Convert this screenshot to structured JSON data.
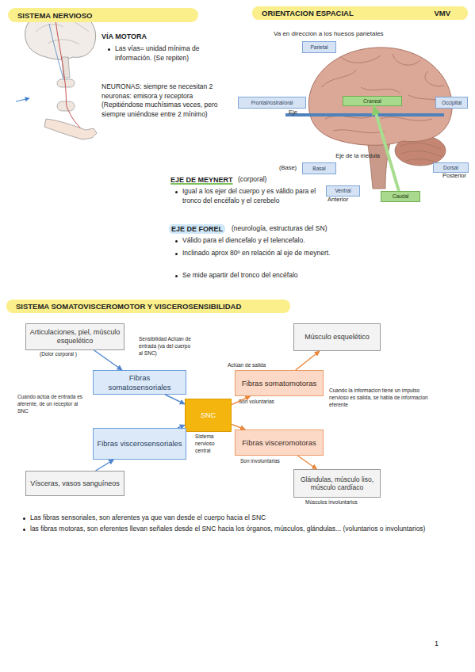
{
  "diagram": {
    "title": "SISTEMA NERVIOSO",
    "nodes": [
      {
        "text": [
          "ORIENTACION ESPACIAL",
          "VMV"
        ]
      },
      {
        "text": [
          "Parietal"
        ]
      },
      {
        "text": [
          "Frontal/rostral/oral"
        ]
      },
      {
        "text": [
          "Craneal"
        ]
      },
      {
        "text": [
          "Occipital"
        ]
      },
      {
        "text": [
          "Basal"
        ]
      },
      {
        "text": [
          "Dorsal"
        ]
      },
      {
        "text": [
          "Ventral"
        ]
      },
      {
        "text": [
          "Caudal"
        ]
      },
      {
        "text": [
          "SISTEMA SOMATOVISCEROMOTOR Y VISCEROSENSIBILIDAD"
        ]
      },
      {
        "text": [
          "Articulaciones, piel, músculo esquelético"
        ]
      },
      {
        "text": [
          "Músculo esquelético"
        ]
      },
      {
        "text": [
          "Fibras somatosensoriales"
        ]
      },
      {
        "text": [
          "Fibras somatomotoras"
        ]
      },
      {
        "text": [
          "SNC"
        ]
      },
      {
        "text": [
          "Fibras viscerosensoriales"
        ]
      },
      {
        "text": [
          "Fibras visceromotoras"
        ]
      },
      {
        "text": [
          "Vísceras, vasos sanguíneos"
        ]
      },
      {
        "text": [
          "Glándulas, músculo liso, músculo cardíaco"
        ]
      }
    ],
    "edges": [
      {
        "from": 8,
        "to": 3,
        "arrow": "to",
        "label": "Eje de la medula"
      },
      {
        "from": 10,
        "to": 12,
        "arrow": "to"
      },
      {
        "from": 12,
        "to": 14,
        "arrow": "to"
      },
      {
        "from": 17,
        "to": 15,
        "arrow": "to"
      },
      {
        "from": 15,
        "to": 14,
        "arrow": "to"
      },
      {
        "from": 14,
        "to": 13,
        "arrow": "to"
      },
      {
        "from": 14,
        "to": 16,
        "arrow": "to"
      },
      {
        "from": 13,
        "to": 11,
        "arrow": "to"
      },
      {
        "from": 16,
        "to": 18,
        "arrow": "to"
      }
    ],
    "labels": [
      "VÍA MOTORA",
      "Las vías= unidad mínima de información. (Se repiten)",
      "NEURONAS: siempre se necesitan 2 neuronas: emisora y receptora (Repitiéndose muchísimas veces, pero siempre uniéndose entre 2 mínimo)",
      "Va en dirección a los huesos parietales",
      "Eje",
      "(Base)",
      "Posterior",
      "Anterior",
      "EJE DE MEYNERT",
      "(corporal)",
      "Igual a los ejer del cuerpo y es válido para el tronco del encéfalo y el cerebelo",
      "EJE DE FOREL",
      "(neurología, estructuras del SN)",
      "Válido para el diencefalo y el telencefalo.",
      "Inclinado aprox 80º en relación al eje de meynert.",
      "Se mide apartir del tronco del encéfalo",
      "(Dolor corporal )",
      "Sensibilidad Actúan de entrada (va del cuerpo al SNC)",
      "Cuando actúa de entrada es aferente, de un receptor al SNC",
      "Actúan de salida",
      "Son voluntarias",
      "Cuando la informacion tiene un impulso nervioso es salida, se habla de informacion eferente",
      "Sistema nervioso central",
      "Son involuntarias",
      "Músculos involuntarios",
      "Las fibras sensoriales, son aferentes ya que van desde el cuerpo hacia el SNC",
      "las fibras motoras, son eferentes llevan señales desde el SNC hacia los órganos, músculos, glándulas... (voluntarios o involuntarios)",
      "1"
    ]
  }
}
